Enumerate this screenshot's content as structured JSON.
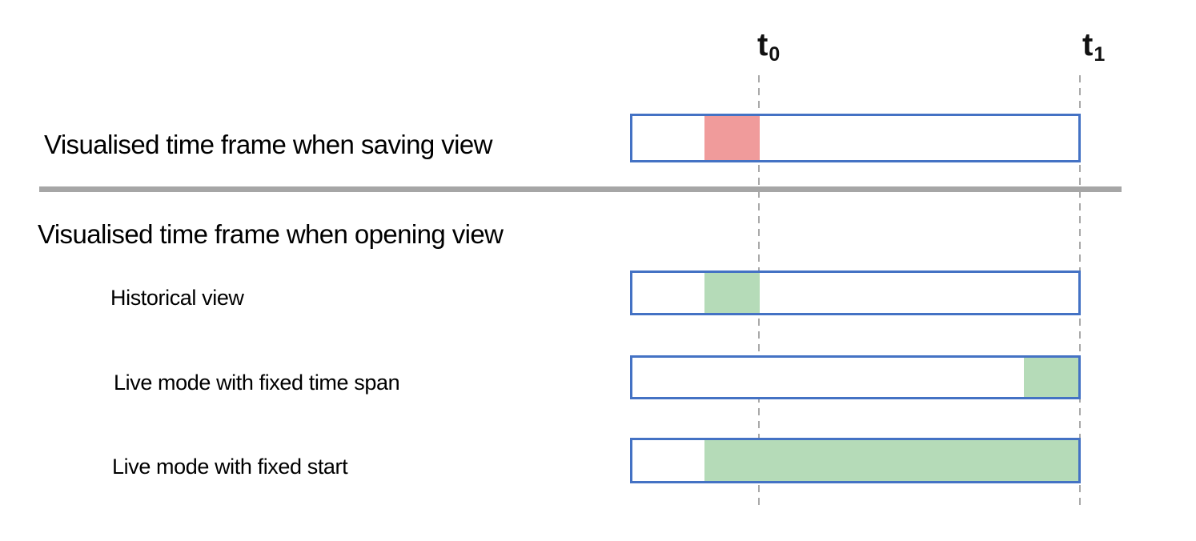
{
  "colors": {
    "bar_border": "#4472C4",
    "red": "#F09B9B",
    "green": "#B5DBB8",
    "divider": "#A6A6A6",
    "dash": "#A9A9A9",
    "text": "#000000"
  },
  "timeline": {
    "t0": {
      "base": "t",
      "sub": "0"
    },
    "t1": {
      "base": "t",
      "sub": "1"
    }
  },
  "saving_section": {
    "heading": "Visualised time frame when saving view",
    "bar": {
      "segment": {
        "start": 0.165,
        "end": 0.288,
        "color": "red"
      }
    }
  },
  "opening_section": {
    "heading": "Visualised time frame when opening view",
    "rows": [
      {
        "label": "Historical view",
        "segment": {
          "start": 0.165,
          "end": 0.288,
          "color": "green"
        }
      },
      {
        "label": "Live mode with fixed time span",
        "segment": {
          "start": 0.874,
          "end": 1,
          "color": "green"
        }
      },
      {
        "label": "Live mode with fixed start",
        "segment": {
          "start": 0.165,
          "end": 1,
          "color": "green"
        }
      }
    ]
  }
}
